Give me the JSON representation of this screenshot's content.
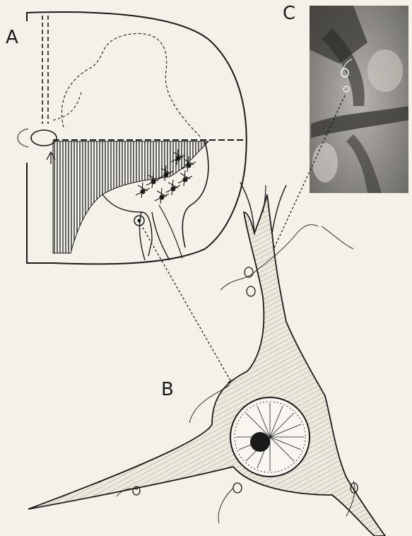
{
  "figure": {
    "panels": [
      {
        "id": "A",
        "label": "A",
        "content": "spinal-cord-cross-section"
      },
      {
        "id": "B",
        "label": "B",
        "content": "motor-neuron-drawing"
      },
      {
        "id": "C",
        "label": "C",
        "content": "micrograph-inset"
      }
    ],
    "colors": {
      "paper": "#f3f1e8",
      "ink": "#1a1a1a",
      "photo": "#8a8a8a"
    },
    "icons": {
      "arrow": "dotted-arrow-icon",
      "synaptic_bouton": "bouton-icon"
    }
  }
}
